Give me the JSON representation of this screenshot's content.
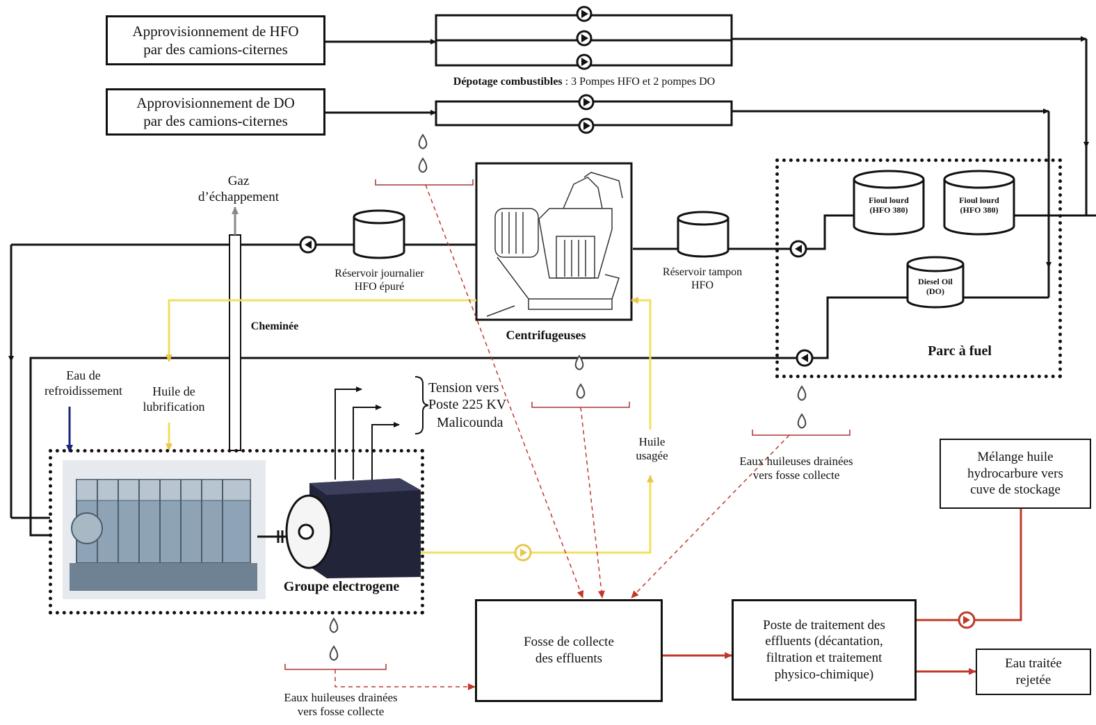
{
  "supply": {
    "hfo": "Approvisionnement de HFO\npar des camions-citernes",
    "do": "Approvisionnement de DO\npar des camions-citernes"
  },
  "depotage": {
    "bold": "Dépotage combustibles",
    "rest": " : 3 Pompes HFO et 2 pompes DO"
  },
  "labels": {
    "gaz": "Gaz\nd’échappement",
    "cheminee": "Cheminée",
    "reservoir_journalier": "Réservoir journalier\nHFO épuré",
    "centrifugeuses": "Centrifugeuses",
    "reservoir_tampon": "Réservoir tampon\nHFO",
    "parc_fuel": "Parc à fuel",
    "eau_refroidissement": "Eau de\nrefroidissement",
    "huile_lubrification": "Huile de\nlubrification",
    "tension": "Tension vers\nPoste 225 KV",
    "malicounda": "Malicounda",
    "huile_usagee": "Huile\nusagée",
    "eaux_huileuses_right": "Eaux huileuses drainées\nvers fosse collecte",
    "eaux_huileuses_bottom": "Eaux huileuses drainées\nvers fosse collecte",
    "groupe": "Groupe  electrogene"
  },
  "tanks": {
    "fioul1": "Fioul lourd\n(HFO 380)",
    "fioul2": "Fioul lourd\n(HFO 380)",
    "diesel": "Diesel Oil\n(DO)"
  },
  "boxes": {
    "fosse": "Fosse de collecte\ndes effluents",
    "poste": "Poste de traitement  des\neffluents (décantation,\nfiltration et traitement\nphysico-chimique)",
    "melange": "Mélange huile\nhydrocarbure vers\ncuve de stockage",
    "eau_traitee": "Eau traitée\nrejetée"
  },
  "colors": {
    "line": "#111111",
    "oil": "#f0d060",
    "effluent": "#c0392b",
    "water": "#1a237e",
    "exhaust": "#888888"
  }
}
